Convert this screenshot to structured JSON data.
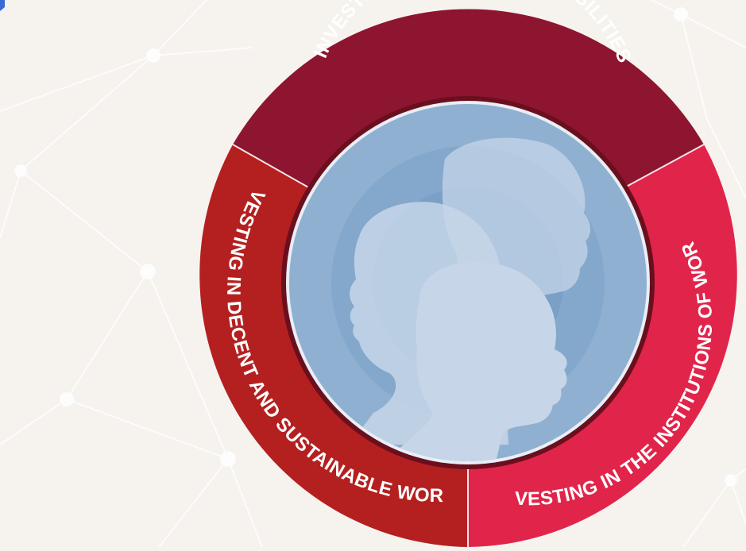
{
  "diagram": {
    "segments": [
      {
        "id": "capabilities",
        "label": "INVESTING IN PEOPLE’S CAPABILITIES",
        "color": "#8e1530"
      },
      {
        "id": "institutions",
        "label": "INVESTING IN THE INSTITUTIONS OF WORK",
        "color": "#e1244a"
      },
      {
        "id": "decent-work",
        "label": "INVESTING IN DECENT AND SUSTAINABLE WORK",
        "color": "#b4201f"
      }
    ],
    "center": {
      "fill_outer": "#8fb0d1",
      "fill_inner": "#6f98c4",
      "silhouette_color": "#c6d6e8",
      "silhouette_count": 3
    },
    "background": {
      "color": "#f6f3ef",
      "network_color": "#ffffff"
    }
  }
}
